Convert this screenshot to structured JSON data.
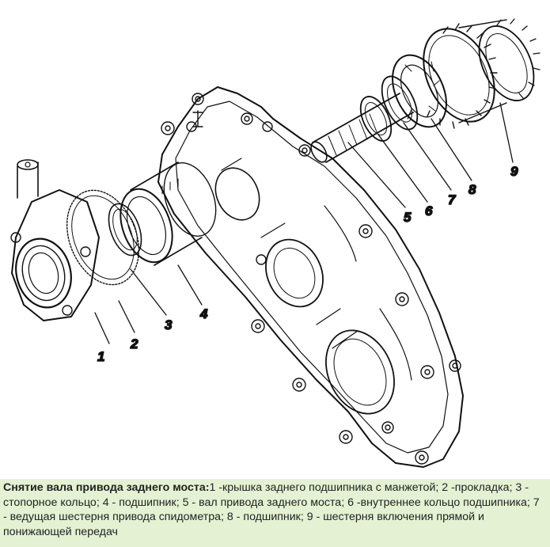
{
  "figure": {
    "callouts": {
      "n1": "1",
      "n2": "2",
      "n3": "3",
      "n4": "4",
      "n5": "5",
      "n6": "6",
      "n7": "7",
      "n8": "8",
      "n9": "9"
    }
  },
  "caption": {
    "title": "Снятие вала привода заднего моста:",
    "body": "1 -крышка заднего подшипника с манжетой; 2 -прокладка; 3 - стопорное кольцо; 4 - подшипник; 5 - вал привода заднего моста; 6 -внутреннее кольцо подшипника; 7 - ведущая шестерня привода спидометра; 8 - подшипник; 9 - шестерня включения прямой и понижающей передач"
  },
  "colors": {
    "caption_background": "#e4f2d3",
    "line_art": "#111111"
  }
}
